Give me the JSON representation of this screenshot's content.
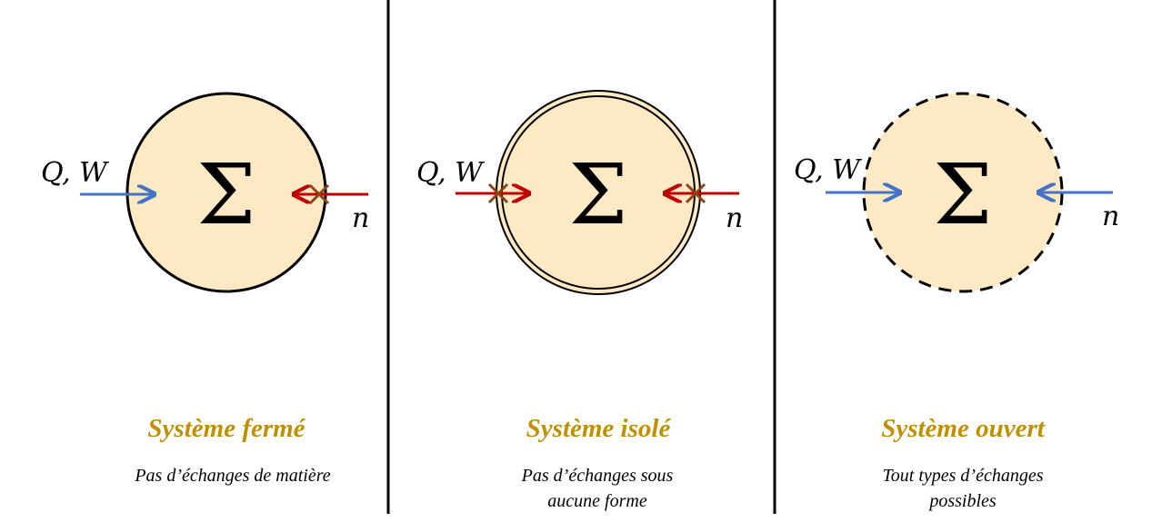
{
  "colors": {
    "fill": "#fde9c4",
    "energy_arrow": "#4472c4",
    "matter_arrow": "#c00000",
    "block_mark": "#8b4513",
    "title": "#c09000"
  },
  "panels": [
    {
      "boundary": "solid",
      "symbol": "Σ",
      "energy_label": "Q, W",
      "matter_label": "n",
      "energy_exchange": "allowed",
      "matter_exchange": "blocked",
      "title": "Système fermé",
      "subtitle_lines": [
        "Pas d’échanges de matière"
      ]
    },
    {
      "boundary": "double",
      "symbol": "Σ",
      "energy_label": "Q, W",
      "matter_label": "n",
      "energy_exchange": "blocked",
      "matter_exchange": "blocked",
      "title": "Système isolé",
      "subtitle_lines": [
        "Pas d’échanges sous",
        "aucune forme"
      ]
    },
    {
      "boundary": "dashed",
      "symbol": "Σ",
      "energy_label": "Q, W",
      "matter_label": "n",
      "energy_exchange": "allowed",
      "matter_exchange": "allowed",
      "title": "Système ouvert",
      "subtitle_lines": [
        "Tout types d’échanges",
        "possibles"
      ]
    }
  ]
}
